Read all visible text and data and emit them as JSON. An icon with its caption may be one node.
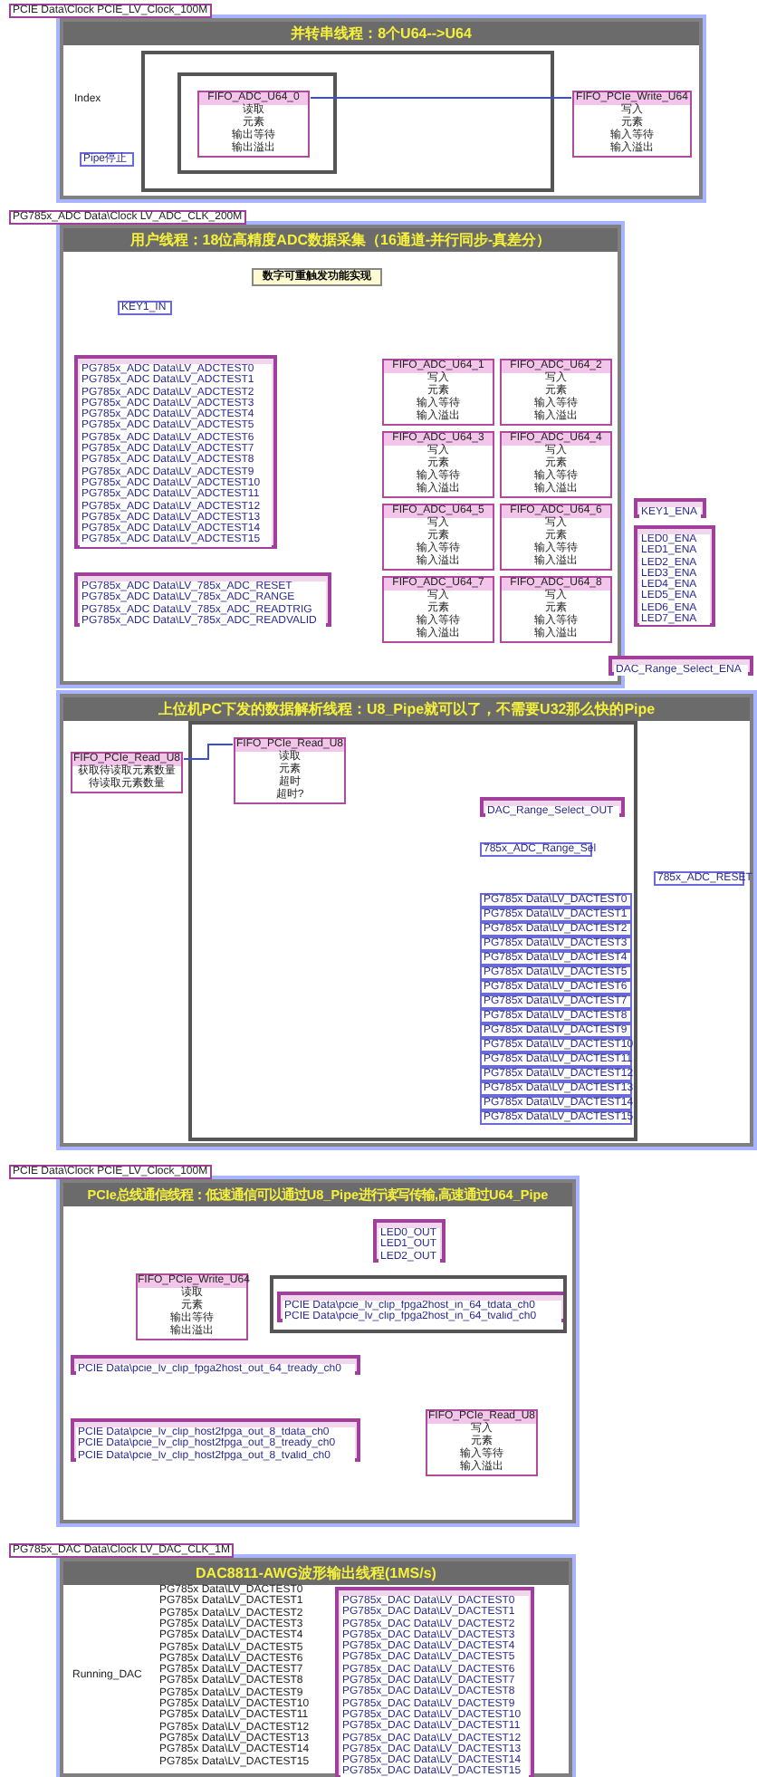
{
  "diagram": {
    "nodes": [
      {
        "text": [
          "并转串线程：8个U64-->U64"
        ]
      },
      {
        "text": [
          "FIFO_ADC_U64_0",
          "读取",
          "元素",
          "输出等待",
          "输出溢出"
        ],
        "in": 0
      },
      {
        "text": [
          "FIFO_PCIe_Write_U64",
          "写入",
          "元素",
          "输入等待",
          "输入溢出"
        ],
        "in": 0
      },
      {
        "text": [
          "Pipe停止"
        ],
        "in": 0
      },
      {
        "text": [
          "用户线程：18位高精度ADC数据采集（16通道-并行同步-真差分）"
        ]
      },
      {
        "text": [
          "数字可重触发功能实现"
        ],
        "in": 4
      },
      {
        "text": [
          "KEY1_IN"
        ],
        "in": 4
      },
      {
        "text": [
          "PG785x_ADC Data\\LV_ADCTEST0",
          "PG785x_ADC Data\\LV_ADCTEST1",
          "PG785x_ADC Data\\LV_ADCTEST2",
          "PG785x_ADC Data\\LV_ADCTEST3",
          "PG785x_ADC Data\\LV_ADCTEST4",
          "PG785x_ADC Data\\LV_ADCTEST5",
          "PG785x_ADC Data\\LV_ADCTEST6",
          "PG785x_ADC Data\\LV_ADCTEST7",
          "PG785x_ADC Data\\LV_ADCTEST8",
          "PG785x_ADC Data\\LV_ADCTEST9",
          "PG785x_ADC Data\\LV_ADCTEST10",
          "PG785x_ADC Data\\LV_ADCTEST11",
          "PG785x_ADC Data\\LV_ADCTEST12",
          "PG785x_ADC Data\\LV_ADCTEST13",
          "PG785x_ADC Data\\LV_ADCTEST14",
          "PG785x_ADC Data\\LV_ADCTEST15"
        ],
        "in": 4
      },
      {
        "text": [
          "FIFO_ADC_U64_1",
          "写入",
          "元素",
          "输入等待",
          "输入溢出"
        ],
        "in": 4
      },
      {
        "text": [
          "FIFO_ADC_U64_2",
          "写入",
          "元素",
          "输入等待",
          "输入溢出"
        ],
        "in": 4
      },
      {
        "text": [
          "FIFO_ADC_U64_3",
          "写入",
          "元素",
          "输入等待",
          "输入溢出"
        ],
        "in": 4
      },
      {
        "text": [
          "FIFO_ADC_U64_4",
          "写入",
          "元素",
          "输入等待",
          "输入溢出"
        ],
        "in": 4
      },
      {
        "text": [
          "FIFO_ADC_U64_5",
          "写入",
          "元素",
          "输入等待",
          "输入溢出"
        ],
        "in": 4
      },
      {
        "text": [
          "FIFO_ADC_U64_6",
          "写入",
          "元素",
          "输入等待",
          "输入溢出"
        ],
        "in": 4
      },
      {
        "text": [
          "FIFO_ADC_U64_7",
          "写入",
          "元素",
          "输入等待",
          "输入溢出"
        ],
        "in": 4
      },
      {
        "text": [
          "FIFO_ADC_U64_8",
          "写入",
          "元素",
          "输入等待",
          "输入溢出"
        ],
        "in": 4
      },
      {
        "text": [
          "PG785x_ADC Data\\LV_785x_ADC_RESET",
          "PG785x_ADC Data\\LV_785x_ADC_RANGE",
          "PG785x_ADC Data\\LV_785x_ADC_READTRIG",
          "PG785x_ADC Data\\LV_785x_ADC_READVALID"
        ],
        "in": 4
      },
      {
        "text": [
          "KEY1_ENA"
        ]
      },
      {
        "text": [
          "LED0_ENA",
          "LED1_ENA",
          "LED2_ENA",
          "LED3_ENA",
          "LED4_ENA",
          "LED5_ENA",
          "LED6_ENA",
          "LED7_ENA"
        ]
      },
      {
        "text": [
          "DAC_Range_Select_ENA"
        ]
      },
      {
        "text": [
          "上位机PC下发的数据解析线程：U8_Pipe就可以了，不需要U32那么快的Pipe"
        ]
      },
      {
        "text": [
          "FIFO_PCIe_Read_U8",
          "获取待读取元素数量",
          "待读取元素数量"
        ],
        "in": 20
      },
      {
        "text": [
          "FIFO_PCIe_Read_U8",
          "读取",
          "元素",
          "超时",
          "超时?"
        ],
        "in": 20
      },
      {
        "text": [
          "DAC_Range_Select_OUT"
        ],
        "in": 20
      },
      {
        "text": [
          "785x_ADC_Range_Sel"
        ],
        "in": 20
      },
      {
        "text": [
          "785x_ADC_RESET"
        ],
        "in": 20
      },
      {
        "text": [
          "PG785x Data\\LV_DACTEST0"
        ],
        "in": 20
      },
      {
        "text": [
          "PG785x Data\\LV_DACTEST1"
        ],
        "in": 20
      },
      {
        "text": [
          "PG785x Data\\LV_DACTEST2"
        ],
        "in": 20
      },
      {
        "text": [
          "PG785x Data\\LV_DACTEST3"
        ],
        "in": 20
      },
      {
        "text": [
          "PG785x Data\\LV_DACTEST4"
        ],
        "in": 20
      },
      {
        "text": [
          "PG785x Data\\LV_DACTEST5"
        ],
        "in": 20
      },
      {
        "text": [
          "PG785x Data\\LV_DACTEST6"
        ],
        "in": 20
      },
      {
        "text": [
          "PG785x Data\\LV_DACTEST7"
        ],
        "in": 20
      },
      {
        "text": [
          "PG785x Data\\LV_DACTEST8"
        ],
        "in": 20
      },
      {
        "text": [
          "PG785x Data\\LV_DACTEST9"
        ],
        "in": 20
      },
      {
        "text": [
          "PG785x Data\\LV_DACTEST10"
        ],
        "in": 20
      },
      {
        "text": [
          "PG785x Data\\LV_DACTEST11"
        ],
        "in": 20
      },
      {
        "text": [
          "PG785x Data\\LV_DACTEST12"
        ],
        "in": 20
      },
      {
        "text": [
          "PG785x Data\\LV_DACTEST13"
        ],
        "in": 20
      },
      {
        "text": [
          "PG785x Data\\LV_DACTEST14"
        ],
        "in": 20
      },
      {
        "text": [
          "PG785x Data\\LV_DACTEST15"
        ],
        "in": 20
      },
      {
        "text": [
          "PCIe总线通信线程：低速通信可以通过U8_Pipe进行读写传输,高速通过U64_Pipe"
        ]
      },
      {
        "text": [
          "FIFO_PCIe_Write_U64",
          "读取",
          "元素",
          "输出等待",
          "输出溢出"
        ],
        "in": 42
      },
      {
        "text": [
          "LED0_OUT",
          "LED1_OUT",
          "LED2_OUT"
        ],
        "in": 42
      },
      {
        "text": [
          "PCIE Data\\pcie_lv_clip_fpga2host_in_64_tdata_ch0",
          "PCIE Data\\pcie_lv_clip_fpga2host_in_64_tvalid_ch0"
        ],
        "in": 42
      },
      {
        "text": [
          "PCIE Data\\pcie_lv_clip_fpga2host_out_64_tready_ch0"
        ],
        "in": 42
      },
      {
        "text": [
          "PCIE Data\\pcie_lv_clip_host2fpga_out_8_tdata_ch0",
          "PCIE Data\\pcie_lv_clip_host2fpga_out_8_tready_ch0",
          "PCIE Data\\pcie_lv_clip_host2fpga_out_8_tvalid_ch0"
        ],
        "in": 42
      },
      {
        "text": [
          "FIFO_PCIe_Read_U8",
          "写入",
          "元素",
          "输入等待",
          "输入溢出"
        ],
        "in": 42
      },
      {
        "text": [
          "DAC8811-AWG波形输出线程(1MS/s)"
        ]
      },
      {
        "text": [
          "PG785x_DAC Data\\LV_DACTEST0",
          "PG785x_DAC Data\\LV_DACTEST1",
          "PG785x_DAC Data\\LV_DACTEST2",
          "PG785x_DAC Data\\LV_DACTEST3",
          "PG785x_DAC Data\\LV_DACTEST4",
          "PG785x_DAC Data\\LV_DACTEST5",
          "PG785x_DAC Data\\LV_DACTEST6",
          "PG785x_DAC Data\\LV_DACTEST7",
          "PG785x_DAC Data\\LV_DACTEST8",
          "PG785x_DAC Data\\LV_DACTEST9",
          "PG785x_DAC Data\\LV_DACTEST10",
          "PG785x_DAC Data\\LV_DACTEST11",
          "PG785x_DAC Data\\LV_DACTEST12",
          "PG785x_DAC Data\\LV_DACTEST13",
          "PG785x_DAC Data\\LV_DACTEST14",
          "PG785x_DAC Data\\LV_DACTEST15"
        ],
        "in": 49
      }
    ],
    "edges": [
      {
        "from": 1,
        "to": 2,
        "arrow": "none"
      },
      {
        "from": 21,
        "to": 22,
        "arrow": "none"
      }
    ],
    "labels": [
      "PCIE Data\\Clock PCIE_LV_Clock_100M",
      "PG785x_ADC Data\\Clock LV_ADC_CLK_200M",
      "PCIE Data\\Clock PCIE_LV_Clock_100M",
      "PG785x_DAC Data\\Clock LV_DAC_CLK_1M",
      "Index",
      "Running_DAC",
      "PG785x Data\\LV_DACTEST0",
      "PG785x Data\\LV_DACTEST1",
      "PG785x Data\\LV_DACTEST2",
      "PG785x Data\\LV_DACTEST3",
      "PG785x Data\\LV_DACTEST4",
      "PG785x Data\\LV_DACTEST5",
      "PG785x Data\\LV_DACTEST6",
      "PG785x Data\\LV_DACTEST7",
      "PG785x Data\\LV_DACTEST8",
      "PG785x Data\\LV_DACTEST9",
      "PG785x Data\\LV_DACTEST10",
      "PG785x Data\\LV_DACTEST11",
      "PG785x Data\\LV_DACTEST12",
      "PG785x Data\\LV_DACTEST13",
      "PG785x Data\\LV_DACTEST14",
      "PG785x Data\\LV_DACTEST15"
    ]
  }
}
